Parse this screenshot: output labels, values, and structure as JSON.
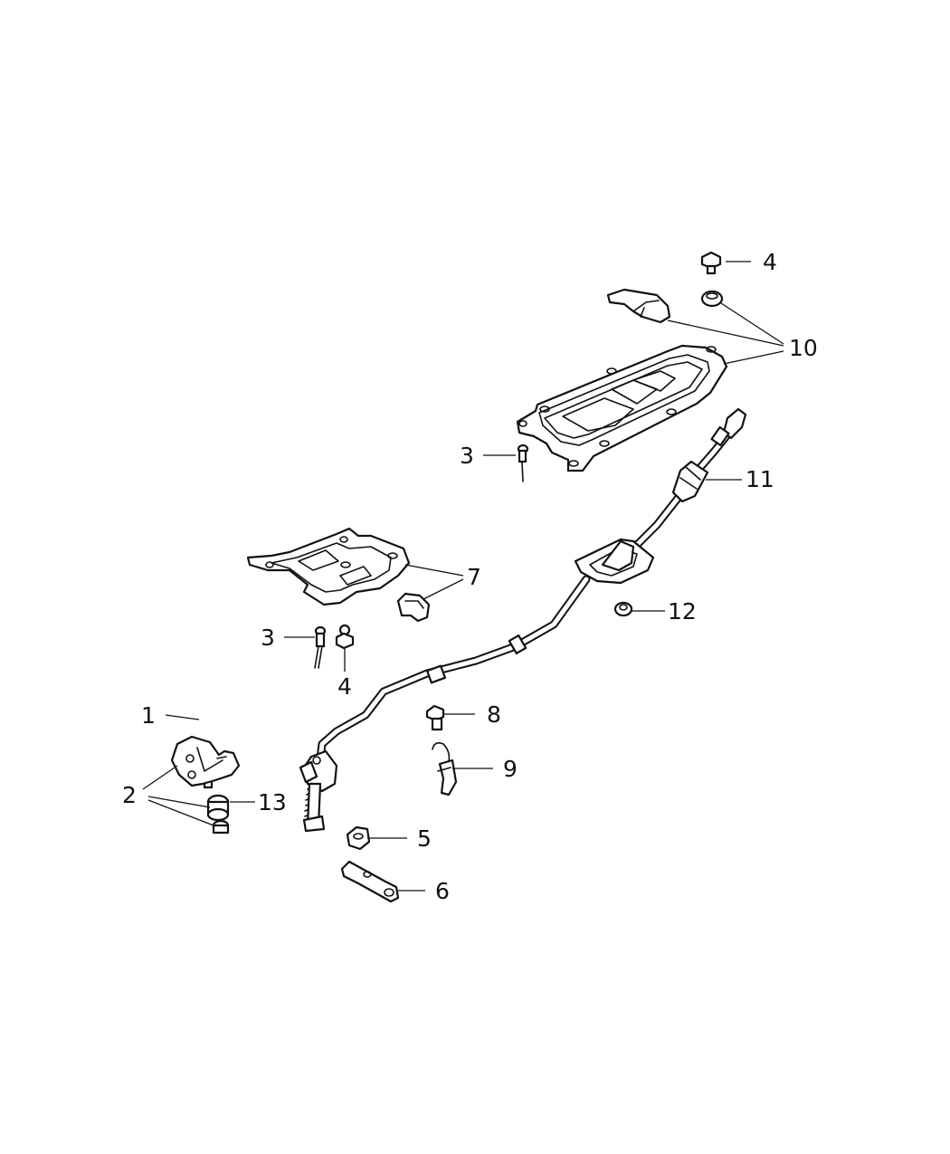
{
  "diagram": {
    "callouts": [
      {
        "id": "c1",
        "text": "1"
      },
      {
        "id": "c2",
        "text": "2"
      },
      {
        "id": "c3a",
        "text": "3"
      },
      {
        "id": "c3b",
        "text": "3"
      },
      {
        "id": "c4a",
        "text": "4"
      },
      {
        "id": "c4b",
        "text": "4"
      },
      {
        "id": "c5",
        "text": "5"
      },
      {
        "id": "c6",
        "text": "6"
      },
      {
        "id": "c7",
        "text": "7"
      },
      {
        "id": "c8",
        "text": "8"
      },
      {
        "id": "c9",
        "text": "9"
      },
      {
        "id": "c10",
        "text": "10"
      },
      {
        "id": "c11",
        "text": "11"
      },
      {
        "id": "c12",
        "text": "12"
      },
      {
        "id": "c13",
        "text": "13"
      }
    ]
  }
}
